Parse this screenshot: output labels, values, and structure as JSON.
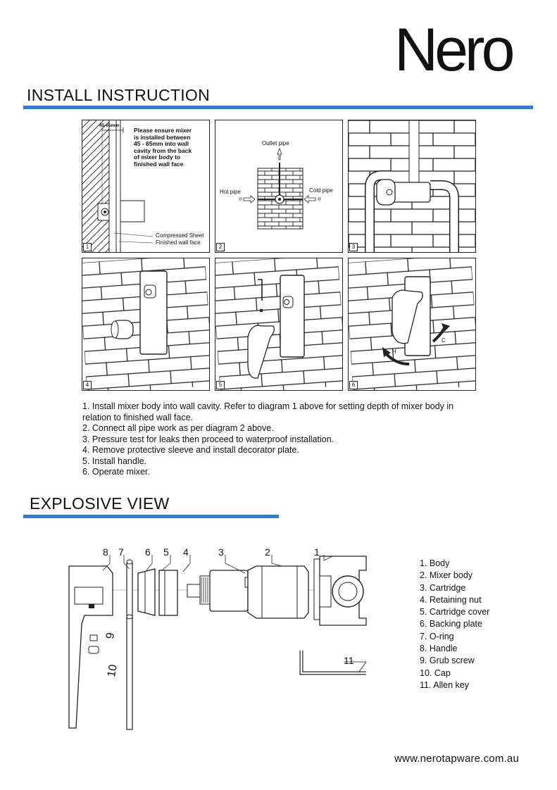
{
  "brand": {
    "logo": "Nero",
    "url": "www.nerotapware.com.au",
    "accent": "#2f7fd0"
  },
  "install": {
    "title": "INSTALL INSTRUCTION",
    "panel1": {
      "number": "1",
      "dimension": "45-65mm",
      "note": [
        "Please ensure mixer",
        "is installed between",
        "45 - 65mm into wall",
        "cavity from the back",
        "of mixer body to",
        "finished wall face"
      ],
      "label_compressed": "Compressed Sheet",
      "label_finished": "Finished wall face"
    },
    "panel2": {
      "number": "2",
      "outlet": "Outlet pipe",
      "hot": "Hot pipe",
      "cold": "Cold pipe"
    },
    "panel3": {
      "number": "3"
    },
    "panel4": {
      "number": "4"
    },
    "panel5": {
      "number": "5"
    },
    "panel6": {
      "number": "6",
      "label_h": "H",
      "label_c": "C"
    },
    "steps": [
      "1. Install mixer body into wall cavity. Refer to diagram 1 above for setting depth of mixer body in",
      "relation to finished wall face.",
      "2. Connect all pipe work as per diagram 2 above.",
      "3. Pressure test for leaks then proceed to waterproof installation.",
      "4. Remove protective sleeve and install decorator plate.",
      "5. Install handle.",
      "6. Operate mixer."
    ]
  },
  "explosive": {
    "title": "EXPLOSIVE VIEW",
    "callouts": [
      "8",
      "7",
      "6",
      "5",
      "4",
      "3",
      "2",
      "1",
      "11",
      "9",
      "10"
    ],
    "parts": [
      "1. Body",
      "2. Mixer body",
      "3. Cartridge",
      "4. Retaining nut",
      "5. Cartridge cover",
      "6. Backing plate",
      "7. O-ring",
      "8. Handle",
      "9. Grub screw",
      "10. Cap",
      "11. Allen key"
    ]
  }
}
